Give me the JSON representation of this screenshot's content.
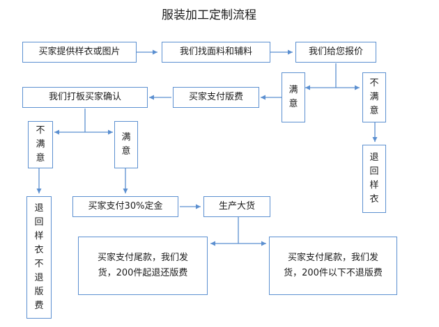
{
  "title": "服装加工定制流程",
  "nodes": {
    "buyer_provide": "买家提供样衣或图片",
    "find_materials": "我们找面料和辅料",
    "quote": "我们给您报价",
    "satisfied_1": [
      "满",
      "意"
    ],
    "not_satisfied_1": [
      "不",
      "满",
      "意"
    ],
    "return_sample_1": [
      "退",
      "回",
      "样",
      "衣"
    ],
    "pay_sample_fee": "买家支付版费",
    "make_sample": "我们打板买家确认",
    "not_satisfied_2": [
      "不",
      "满",
      "意"
    ],
    "satisfied_2": [
      "满",
      "意"
    ],
    "return_sample_no_refund": [
      "退",
      "回",
      "样",
      "衣",
      "不",
      "退",
      "版",
      "费"
    ],
    "deposit": "买家支付30%定金",
    "mass_production": "生产大货",
    "balance_over_200": [
      "买家支付尾款，我们发",
      "货，200件起退还版费"
    ],
    "balance_under_200": [
      "买家支付尾款，我们发",
      "货，200件以下不退版费"
    ]
  },
  "colors": {
    "border": "#5b8fd0",
    "line": "#5b8fd0",
    "text": "#1a1a1a"
  }
}
